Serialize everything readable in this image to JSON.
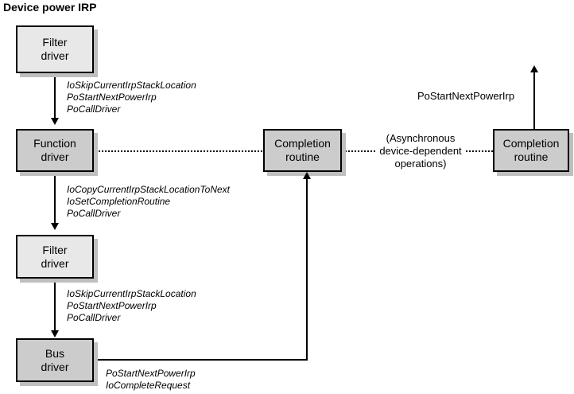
{
  "diagram": {
    "title": "Device power IRP",
    "nodes": {
      "filter_driver_top": "Filter\ndriver",
      "function_driver": "Function\ndriver",
      "filter_driver_bottom": "Filter\ndriver",
      "bus_driver": "Bus\ndriver",
      "completion_routine_left": "Completion\nroutine",
      "completion_routine_right": "Completion\nroutine"
    },
    "edge_labels": {
      "filter_to_function": "IoSkipCurrentIrpStackLocation\nPoStartNextPowerIrp\nPoCallDriver",
      "function_to_filter": "IoCopyCurrentIrpStackLocationToNext\nIoSetCompletionRoutine\nPoCallDriver",
      "filter_to_bus": "IoSkipCurrentIrpStackLocation\nPoStartNextPowerIrp\nPoCallDriver",
      "bus_to_completion": "PoStartNextPowerIrp\nIoCompleteRequest",
      "async_note": "(Asynchronous\ndevice-dependent\noperations)",
      "completion_up": "PoStartNextPowerIrp"
    }
  }
}
